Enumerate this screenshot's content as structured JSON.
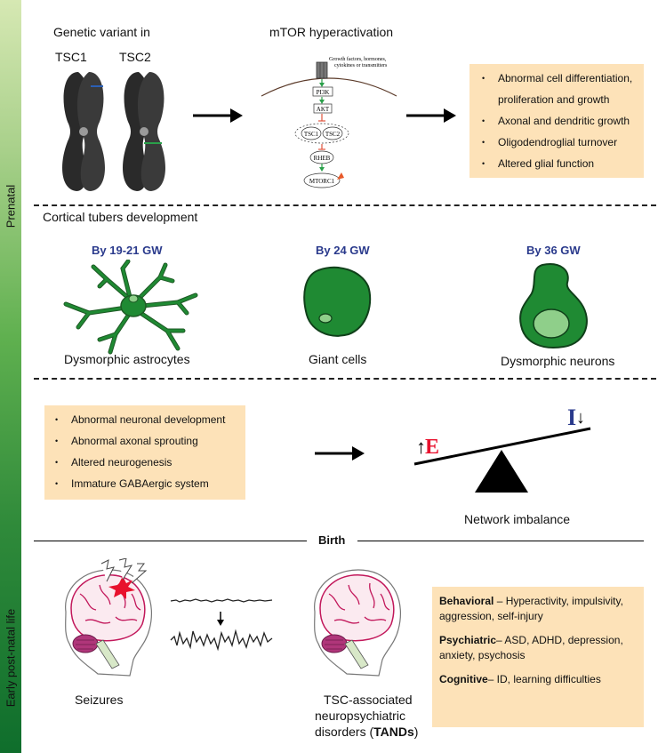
{
  "sidebar": {
    "prenatal": "Prenatal",
    "postnatal": "Early post-natal life"
  },
  "genetic": {
    "title": "Genetic variant in",
    "tsc1": "TSC1",
    "tsc2": "TSC2"
  },
  "mtor": {
    "title": "mTOR hyperactivation",
    "receptor_note_1": "Growth factors, hormones,",
    "receptor_note_2": "cytokines or transmitters",
    "pi3k": "PI3K",
    "akt": "AKT",
    "tsc1": "TSC1",
    "tsc2": "TSC2",
    "rheb": "RHEB",
    "mtorc1": "MTORC1"
  },
  "effects": [
    "Abnormal cell differentiation, proliferation and growth",
    "Axonal and dendritic growth",
    "Oligodendroglial turnover",
    "Altered glial function"
  ],
  "tubers": {
    "title": "Cortical tubers development",
    "stages": [
      {
        "gw": "By 19-21 GW",
        "label": "Dysmorphic astrocytes"
      },
      {
        "gw": "By 24 GW",
        "label": "Giant cells"
      },
      {
        "gw": "By 36 GW",
        "label": "Dysmorphic neurons"
      }
    ]
  },
  "neuronal": [
    "Abnormal neuronal development",
    "Abnormal axonal sprouting",
    "Altered neurogenesis",
    "Immature GABAergic system"
  ],
  "balance": {
    "e_label": "E",
    "i_label": "I",
    "caption": "Network imbalance"
  },
  "colors": {
    "e": "#e8112d",
    "i": "#2a3a8c",
    "cell_green": "#1e7a2e",
    "box": "#fde2b8"
  },
  "birth": "Birth",
  "postnatal": {
    "seizures": "Seizures",
    "tand_1": "TSC-associated",
    "tand_2": "neuropsychiatric",
    "tand_3_prefix": "disorders (",
    "tand_3_bold": "TANDs",
    "tand_3_suffix": ")",
    "disorders": [
      {
        "head": "Behavioral",
        "text": " – Hyperactivity, impulsivity, aggression, self-injury"
      },
      {
        "head": "Psychiatric",
        "text": "– ASD, ADHD, depression, anxiety, psychosis"
      },
      {
        "head": "Cognitive",
        "text": "– ID, learning difficulties"
      }
    ]
  }
}
